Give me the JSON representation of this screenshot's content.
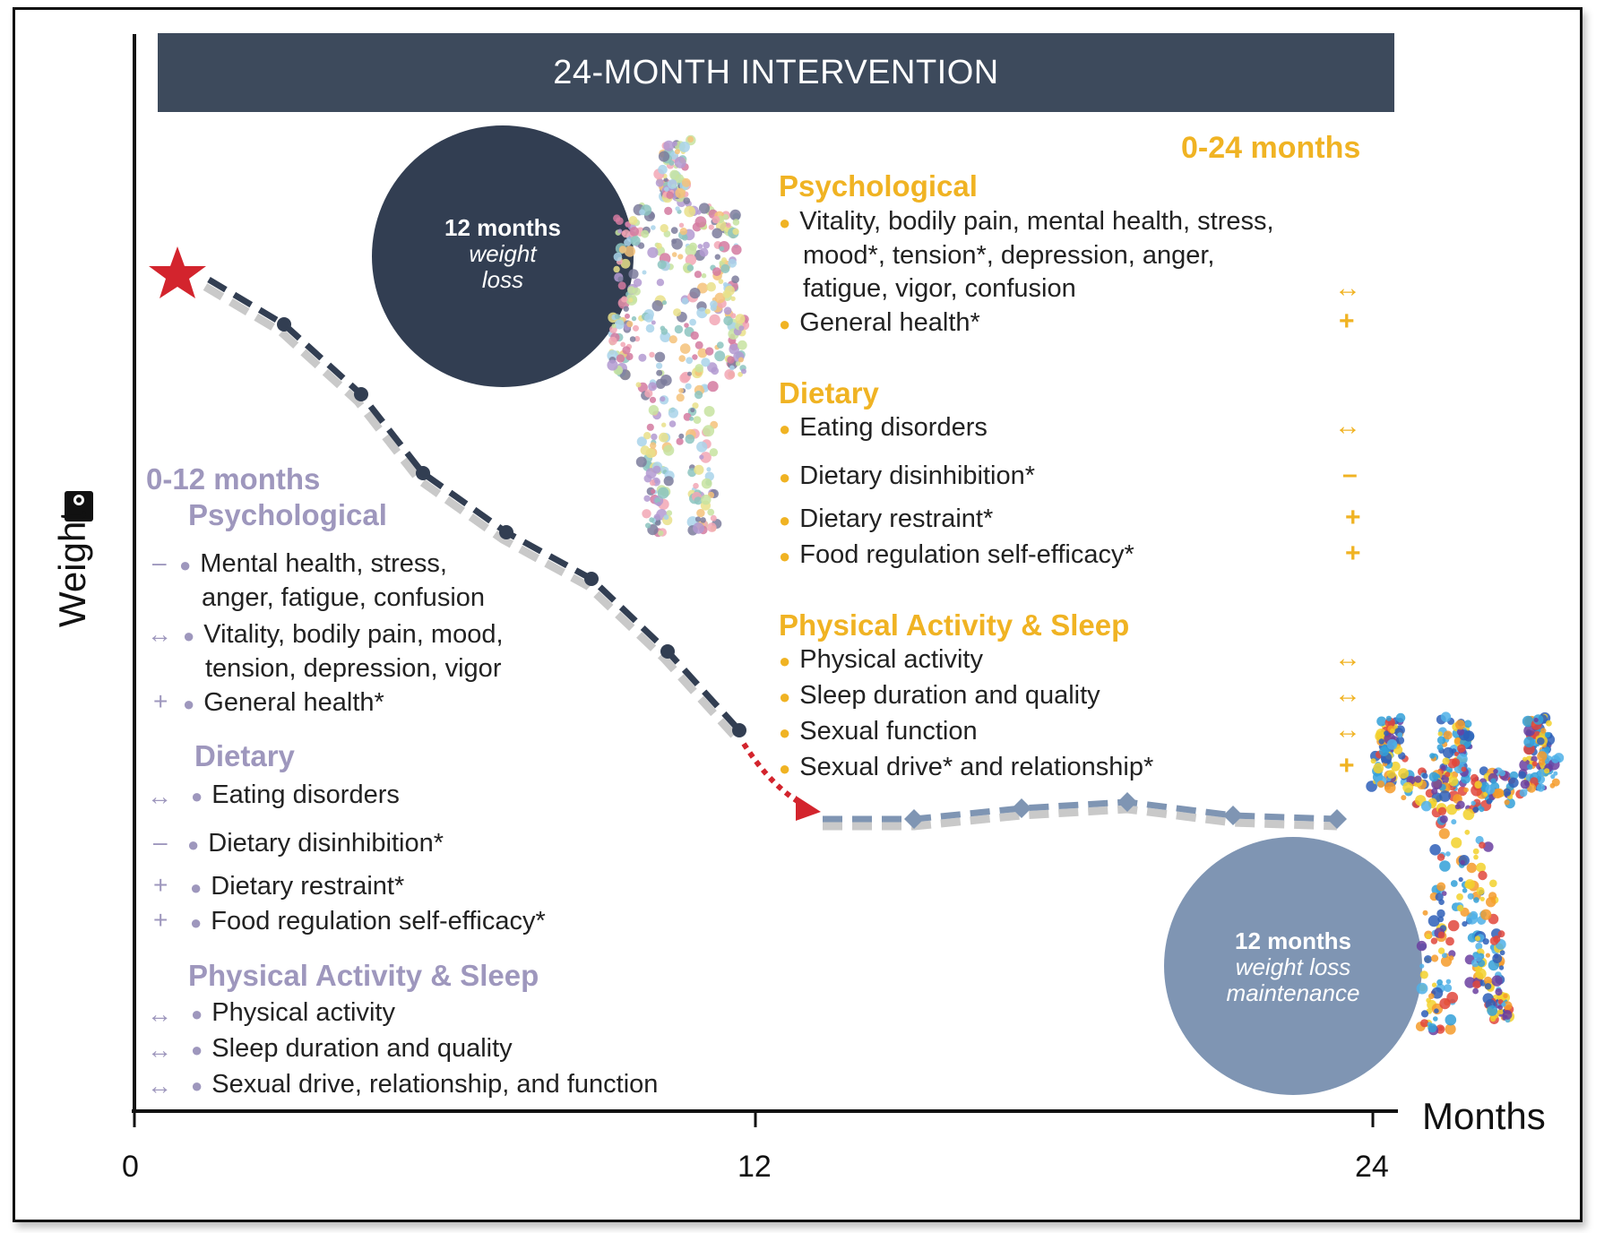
{
  "banner": "24-MONTH INTERVENTION",
  "axis": {
    "y_label": "Weight",
    "x_label": "Months",
    "ticks": [
      "0",
      "12",
      "24"
    ]
  },
  "circles": {
    "loss": {
      "title": "12 months",
      "line1": "weight",
      "line2": "loss"
    },
    "maintenance": {
      "title": "12 months",
      "line1": "weight loss",
      "line2": "maintenance"
    }
  },
  "right_panel": {
    "period": "0-24 months",
    "psych": {
      "head": "Psychological",
      "item1_l1": "Vitality, bodily pain, mental health, stress,",
      "item1_l2": "mood*, tension*, depression, anger,",
      "item1_l3": "fatigue, vigor, confusion",
      "item1_sym": "↔",
      "item2": "General health*",
      "item2_sym": "+"
    },
    "diet": {
      "head": "Dietary",
      "items": [
        {
          "label": "Eating disorders",
          "sym": "↔"
        },
        {
          "label": "Dietary disinhibition*",
          "sym": "–"
        },
        {
          "label": "Dietary restraint*",
          "sym": "+"
        },
        {
          "label": "Food regulation self-efficacy*",
          "sym": "+"
        }
      ]
    },
    "pa": {
      "head": "Physical Activity & Sleep",
      "items": [
        {
          "label": "Physical activity",
          "sym": "↔"
        },
        {
          "label": "Sleep duration and quality",
          "sym": "↔"
        },
        {
          "label": "Sexual function",
          "sym": "↔"
        },
        {
          "label": "Sexual drive* and relationship*",
          "sym": "+"
        }
      ]
    }
  },
  "left_panel": {
    "period": "0-12 months",
    "psych": {
      "head": "Psychological",
      "item1_sym": "–",
      "item1_l1": "Mental health, stress,",
      "item1_l2": "anger, fatigue, confusion",
      "item2_sym": "↔",
      "item2_l1": "Vitality, bodily pain, mood,",
      "item2_l2": "tension, depression, vigor",
      "item3_sym": "+",
      "item3": "General health*"
    },
    "diet": {
      "head": "Dietary",
      "items": [
        {
          "label": "Eating disorders",
          "sym": "↔"
        },
        {
          "label": "Dietary disinhibition*",
          "sym": "–"
        },
        {
          "label": "Dietary restraint*",
          "sym": "+"
        },
        {
          "label": "Food regulation self-efficacy*",
          "sym": "+"
        }
      ]
    },
    "pa": {
      "head": "Physical Activity & Sleep",
      "items": [
        {
          "label": "Physical activity",
          "sym": "↔"
        },
        {
          "label": "Sleep duration and quality",
          "sym": "↔"
        },
        {
          "label": "Sexual drive, relationship, and function",
          "sym": "↔"
        }
      ]
    }
  },
  "colors": {
    "banner": "#3d4a5c",
    "gold": "#f0b323",
    "lavender": "#9e97bd",
    "dark_circle": "#323e52",
    "light_circle": "#7f95b3",
    "star": "#d3242d"
  },
  "icons": {
    "scale": "scale-icon",
    "star": "star-icon"
  }
}
